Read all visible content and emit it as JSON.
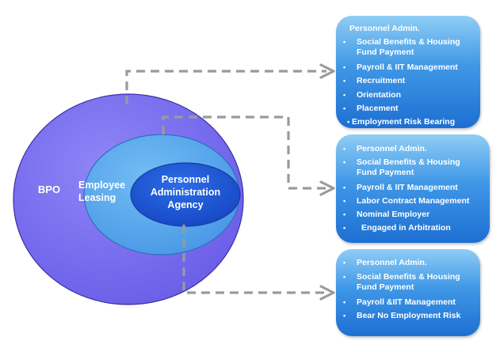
{
  "circles": {
    "bpo": "BPO",
    "leasing": "Employee\nLeasing",
    "agency": "Personnel\nAdministration\nAgency"
  },
  "boxes": [
    {
      "title": "Personnel Admin.",
      "items": [
        "Social Benefits & Housing\nFund Payment",
        "Payroll & IIT Management",
        "Recruitment",
        "Orientation",
        "Placement",
        "Employment Risk Bearing"
      ]
    },
    {
      "title": "",
      "items": [
        "Personnel Admin.",
        "Social Benefits & Housing\nFund Payment",
        "Payroll & IIT Management",
        "Labor Contract Management",
        "Nominal Employer",
        "Engaged in Arbitration"
      ]
    },
    {
      "title": "",
      "items": [
        "Personnel Admin.",
        "Social Benefits & Housing\nFund Payment",
        "Payroll &IIT Management",
        "Bear No Employment Risk"
      ]
    }
  ],
  "colors": {
    "bpo_fill": "#7b6ff2",
    "leasing_fill": "#5aa8ee",
    "agency_fill": "#1d5ad6",
    "connector": "#9a9a9a"
  }
}
